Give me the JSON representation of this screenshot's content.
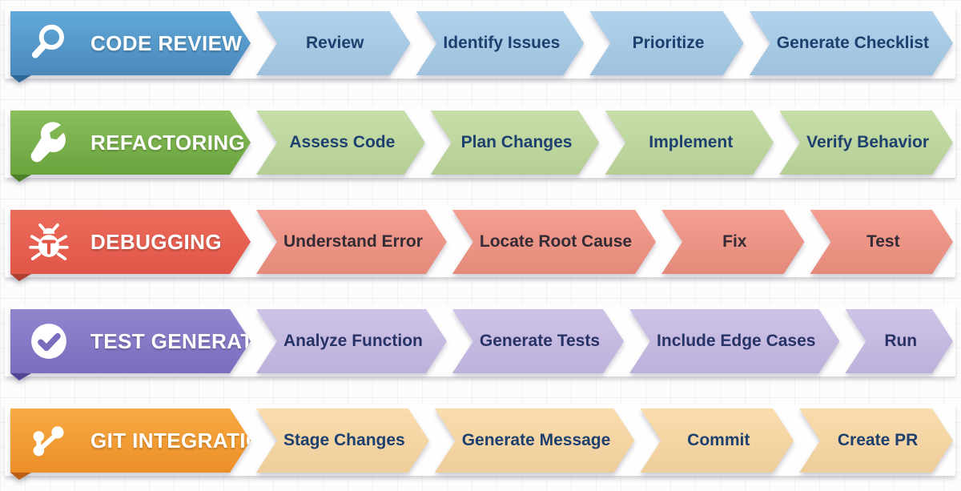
{
  "diagram": {
    "rows": [
      {
        "id": "code-review",
        "title": "CODE REVIEW",
        "icon": "magnifier-icon",
        "steps": [
          "Review",
          "Identify Issues",
          "Prioritize",
          "Generate Checklist"
        ],
        "colors": {
          "header_top": "#60a9d9",
          "header_bottom": "#4b88ba",
          "fold": "#2d6897",
          "step_bg": "#a6cce9",
          "step_text": "#1d406f"
        }
      },
      {
        "id": "refactoring",
        "title": "REFACTORING",
        "icon": "wrench-icon",
        "steps": [
          "Assess Code",
          "Plan Changes",
          "Implement",
          "Verify Behavior"
        ],
        "colors": {
          "header_top": "#8abf5c",
          "header_bottom": "#69a33c",
          "fold": "#4c7f27",
          "step_bg": "#bfd99d",
          "step_text": "#1d406f"
        }
      },
      {
        "id": "debugging",
        "title": "DEBUGGING",
        "icon": "bug-icon",
        "steps": [
          "Understand Error",
          "Locate Root Cause",
          "Fix",
          "Test"
        ],
        "colors": {
          "header_top": "#eb6c5c",
          "header_bottom": "#e15647",
          "fold": "#b03f31",
          "step_bg": "#f19181",
          "step_text": "#332b36"
        }
      },
      {
        "id": "test-generation",
        "title": "TEST GENERATION",
        "icon": "check-circle-icon",
        "steps": [
          "Analyze Function",
          "Generate Tests",
          "Include Edge Cases",
          "Run"
        ],
        "colors": {
          "header_top": "#9285cd",
          "header_bottom": "#7b6cbd",
          "fold": "#524493",
          "step_bg": "#c7bae5",
          "step_text": "#273366"
        }
      },
      {
        "id": "git-integration",
        "title": "GIT INTEGRATION",
        "icon": "git-branch-icon",
        "steps": [
          "Stage Changes",
          "Generate Message",
          "Commit",
          "Create PR"
        ],
        "colors": {
          "header_top": "#f7aa43",
          "header_bottom": "#ec8e27",
          "fold": "#bc5f16",
          "step_bg": "#fad8a2",
          "step_text": "#1d406f"
        }
      }
    ]
  }
}
